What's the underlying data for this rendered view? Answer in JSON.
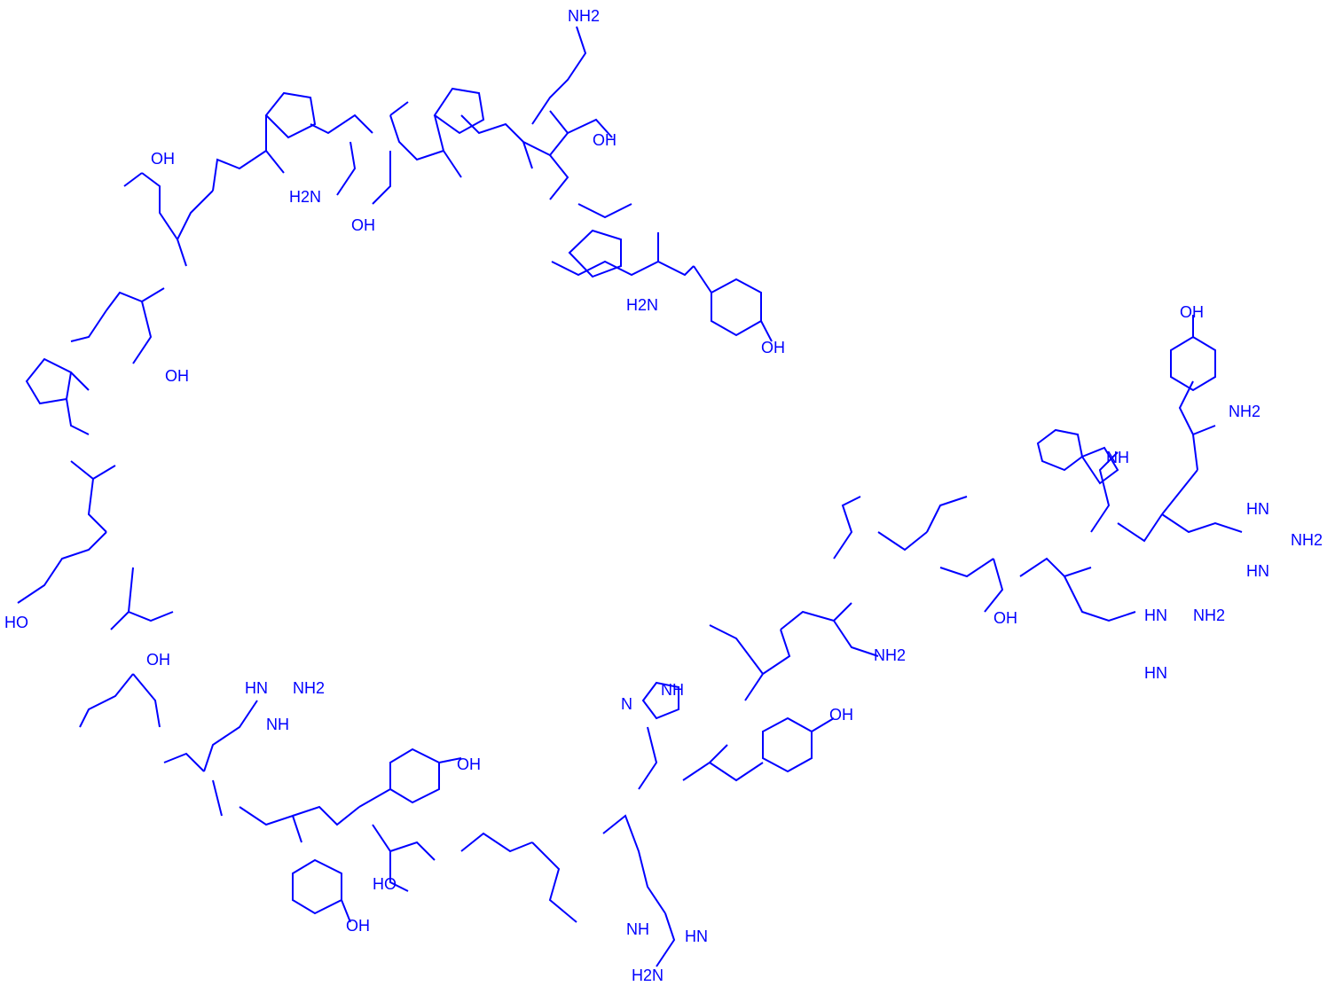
{
  "figure": {
    "color": "#0000ff",
    "background": "#ffffff"
  },
  "atom_labels": {
    "lys_nh2": "NH2",
    "ser_oh": "OH",
    "tyr1_oh": "OH",
    "tyr1_h2n": "H2N",
    "glu_top_oh": "OH",
    "asn_top_h2n": "H2N",
    "asp_top_oh": "OH",
    "asp_left_oh": "OH",
    "glu_left_ho": "HO",
    "asp_mid_oh": "OH",
    "arg_left_nh": "HN",
    "arg_left_nh2": "NH2",
    "arg_left_nh_link": "NH",
    "tyr2_oh": "OH",
    "tyr3_oh": "OH",
    "ser2_ho": "HO",
    "arg_bottom_nh": "NH",
    "arg_bottom_h2n": "H2N",
    "arg_bottom_hn": "HN",
    "his_nh": "NH",
    "his_n": "N",
    "tyr4_oh": "OH",
    "asn_mid_nh2": "NH2",
    "thr_oh": "OH",
    "arg_right_hn": "HN",
    "arg_right_nh2": "NH2",
    "arg_right_hn2": "HN",
    "trp_nh": "NH",
    "tyr5_oh": "OH",
    "cterm_nh2": "NH2",
    "arg_far_hn": "HN",
    "arg_far_nh2": "NH2",
    "arg_far_hn2": "HN"
  }
}
